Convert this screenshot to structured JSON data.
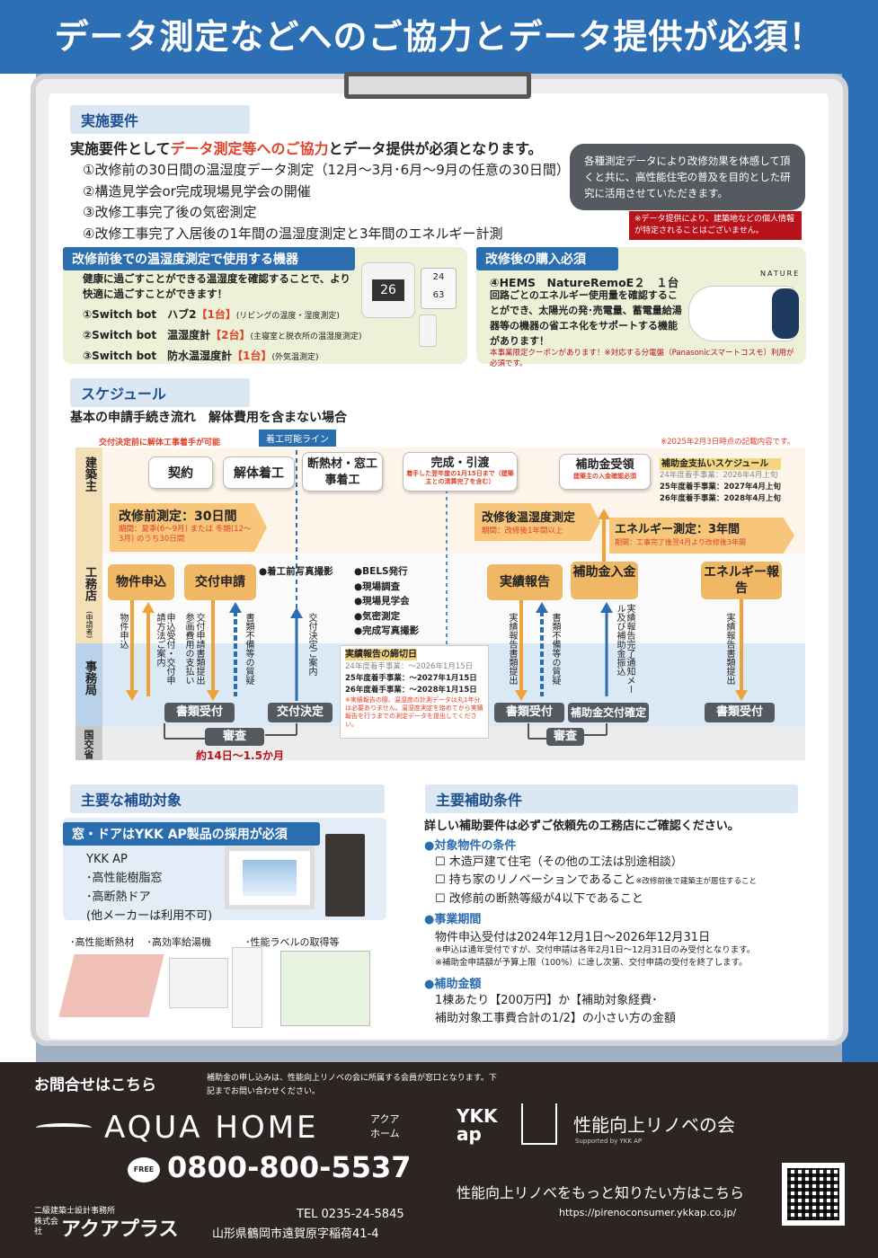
{
  "header": {
    "title": "データ測定などへのご協力とデータ提供が必須！"
  },
  "requirements": {
    "title": "実施要件",
    "intro_pre": "実施要件として",
    "intro_red": "データ測定等へのご協力",
    "intro_post": "とデータ提供が必須となります。",
    "items": [
      "①改修前の30日間の温湿度データ測定（12月～3月･6月～9月の任意の30日間）",
      "②構造見学会or完成現場見学会の開催",
      "③改修工事完了後の気密測定",
      "④改修工事完了入居後の1年間の温湿度測定と3年間のエネルギー計測"
    ],
    "bubble": "各種測定データにより改修効果を体感して頂くと共に、高性能住宅の普及を目的とした研究に活用させていただきます。",
    "privacy_note": "※データ提供により、建築地などの個人情報が特定されることはございません。"
  },
  "devices": {
    "title": "改修前後での温湿度測定で使用する機器",
    "desc": "健康に過ごすことができる温湿度を確認することで、より快適に過ごすことができます！",
    "items": [
      {
        "a": "①Switch bot　ハブ2",
        "b": "【1台】",
        "c": "(リビングの温度・湿度測定)"
      },
      {
        "a": "②Switch bot　温湿度計",
        "b": "【2台】",
        "c": "(主寝室と脱衣所の温湿度測定)"
      },
      {
        "a": "③Switch bot　防水温湿度計",
        "b": "【1台】",
        "c": "(外気温測定)"
      }
    ],
    "hub_display": "26",
    "meter_temp": "24",
    "meter_hum": "63"
  },
  "purchase": {
    "title": "改修後の購入必須",
    "item": "④HEMS　NatureRemoE２　１台",
    "desc": "回路ごとのエネルギー使用量を確認することができ、太陽光の発･売電量、蓄電量給湯器等の機器の省エネ化をサポートする機能があります！",
    "note": "本事業限定クーポンがあります！※対応する分電盤（Panasonicスマートコスモ）利用が必須です。",
    "brand": "NATURE"
  },
  "schedule": {
    "title": "スケジュール",
    "subtitle": "基本の申請手続き流れ　解体費用を含まない場合",
    "red_note_left": "交付決定前に解体工事着手が可能",
    "line_label": "着工可能ライン",
    "date_note": "※2025年2月3日時点の記載内容です。",
    "rows": {
      "owner": "建築主",
      "builder": "工務店",
      "builder_sub": "(申請者)",
      "office": "事務局",
      "ministry": "国交省"
    },
    "steps": {
      "contract": "契約",
      "demolition": "解体着工",
      "insulation": "断熱材・窓工事着工",
      "complete": "完成・引渡",
      "complete_note": "着手した翌年度の1月15日まで（建築主との清算完了を含む）",
      "subsidy_receive": "補助金受領",
      "subsidy_receive_note": "建築主の入金確認必須"
    },
    "pay_schedule": {
      "title": "補助金支払いスケジュール",
      "lines": [
        "24年度着手事業：2026年4月上旬",
        "25年度着手事業：2027年4月上旬",
        "26年度着手事業：2028年4月上旬"
      ]
    },
    "pre_measure": {
      "title": "改修前測定：30日間",
      "note": "期間：夏季(6～9月) または 冬期(12～3月) のうち30日間"
    },
    "post_measure": {
      "title": "改修後温湿度測定",
      "note": "期間：改修後1年間以上"
    },
    "energy": {
      "title": "エネルギー測定：3年間",
      "note": "期間：工事完了後翌4月より改修後3年間"
    },
    "builder_boxes": {
      "property": "物件申込",
      "grant_app": "交付申請",
      "report": "実績報告",
      "subsidy_in": "補助金入金",
      "energy_report": "エネルギー報告"
    },
    "builder_list": [
      "●着工前写真撮影",
      "●BELS発行",
      "●現場調査",
      "●現場見学会",
      "●気密測定",
      "●完成写真撮影"
    ],
    "vertical": {
      "v1": "物件申込",
      "v2": "申込受付・交付申請方法ご案内",
      "v3": "交付申請書類提出",
      "v3b": "参画費用の支払い",
      "v4": "書類不備等の質疑",
      "v5": "交付決定ご案内",
      "v6": "実績報告書類提出",
      "v7": "書類不備等の質疑",
      "v8": "実績報告完了通知メール及び補助金振込",
      "v9": "実績報告書類提出"
    },
    "office_boxes": {
      "doc1": "書類受付",
      "decision": "交付決定",
      "doc2": "書類受付",
      "confirm": "補助金交付確定",
      "doc3": "書類受付"
    },
    "ministry_boxes": {
      "review1": "審査",
      "review2": "審査"
    },
    "duration": "約14日～1.5か月",
    "deadline": {
      "title": "実績報告の締切日",
      "lines": [
        "24年度着手事業：～2026年1月15日",
        "25年度着手事業：～2027年1月15日",
        "26年度着手事業：～2028年1月15日"
      ],
      "note": "※実績報告の際、温湿度の計測データは丸1年分は必要ありません。温湿度測定を始めてから実績報告を行うまでの測定データを提出してください。"
    }
  },
  "targets": {
    "title": "主要な補助対象",
    "banner": "窓・ドアはYKK AP製品の採用が必須",
    "brand": "YKK AP",
    "lines": [
      "･高性能樹脂窓",
      "･高断熱ドア",
      "(他メーカーは利用不可)"
    ],
    "products": [
      "･高性能断熱材",
      "･高効率給湯機",
      "･性能ラベルの取得等"
    ]
  },
  "conditions": {
    "title": "主要補助条件",
    "intro": "詳しい補助要件は必ずご依頼先の工務店にご確認ください。",
    "prop_title": "●対象物件の条件",
    "checks": [
      "木造戸建て住宅（その他の工法は別途相談）",
      "持ち家のリノベーションであること",
      "改修前の断熱等級が4以下であること"
    ],
    "check2_note": "※改修前後で建築主が居住すること",
    "period_title": "●事業期間",
    "period": "物件申込受付は2024年12月1日～2026年12月31日",
    "period_notes": [
      "※申込は通年受付ですが、交付申請は各年2月1日～12月31日のみ受付となります。",
      "※補助金申請額が予算上限（100%）に達し次第、交付申請の受付を終了します。"
    ],
    "amount_title": "●補助金額",
    "amount": [
      "1棟あたり【200万円】か【補助対象経費･",
      "補助対象工事費合計の1/2】の小さい方の金額"
    ]
  },
  "footer": {
    "inquiry": "お問合せはこちら",
    "note": "補助金の申し込みは、性能向上リノベの会に所属する会員が窓口となります。下記までお問い合わせください。",
    "brand": "AQUA HOME",
    "brand_kana": "アクア ホーム",
    "free": "FREE",
    "phone": "0800-800-5537",
    "office_type": "二級建築士設計事務所",
    "company_prefix": "株式会社",
    "company": "アクアプラス",
    "tel": "TEL 0235-24-5845",
    "address": "山形県鶴岡市遠賀原字稲荷41-4",
    "ykk": "YKK ap",
    "assoc": "性能向上リノベの会",
    "assoc_sub": "Supported by YKK AP",
    "more": "性能向上リノベをもっと知りたい方はこちら",
    "url": "https://pirenoconsumer.ykkap.co.jp/"
  },
  "colors": {
    "blue": "#2d6fb4",
    "orange": "#f0b865",
    "red": "#e0412a",
    "dark": "#2c2523"
  }
}
